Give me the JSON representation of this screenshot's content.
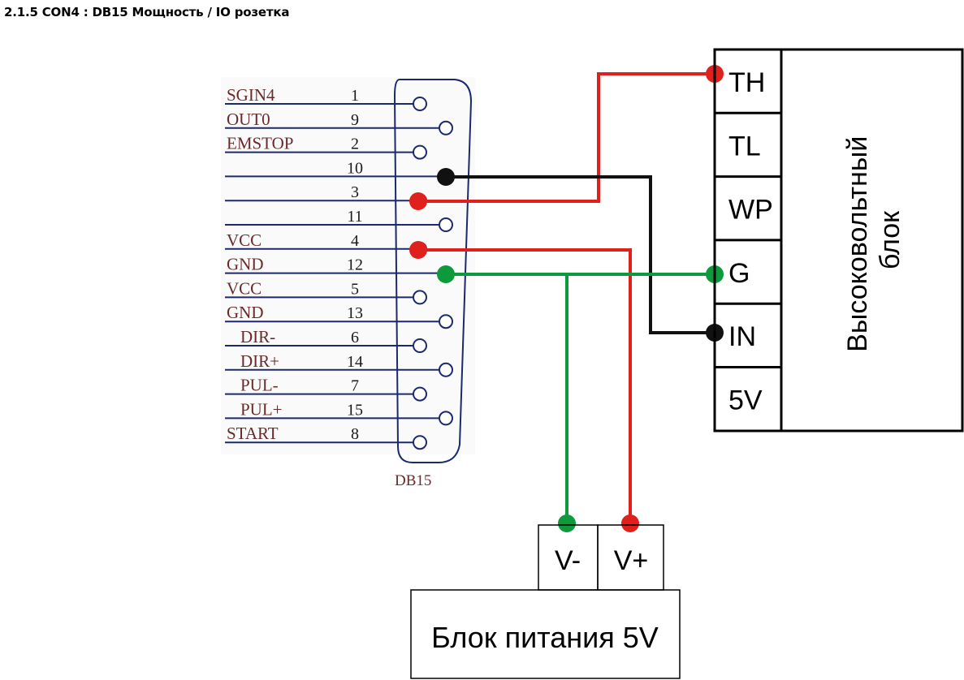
{
  "title": "2.1.5 CON4 : DB15 Мощность / IO розетка",
  "connector": {
    "name": "DB15",
    "rows": [
      {
        "label": "SGIN4",
        "pin": "1"
      },
      {
        "label": "OUT0",
        "pin": "9"
      },
      {
        "label": "EMSTOP",
        "pin": "2"
      },
      {
        "label": "",
        "pin": "10"
      },
      {
        "label": "",
        "pin": "3"
      },
      {
        "label": "",
        "pin": "11"
      },
      {
        "label": "VCC",
        "pin": "4"
      },
      {
        "label": "GND",
        "pin": "12"
      },
      {
        "label": "VCC",
        "pin": "5"
      },
      {
        "label": "GND",
        "pin": "13"
      },
      {
        "label": "DIR-",
        "pin": "6"
      },
      {
        "label": "DIR+",
        "pin": "14"
      },
      {
        "label": "PUL-",
        "pin": "7"
      },
      {
        "label": "PUL+",
        "pin": "15"
      },
      {
        "label": "START",
        "pin": "8"
      }
    ]
  },
  "hv_block": {
    "name": "Высоковольтный\nблок",
    "name_line1": "Высоковольтный",
    "name_line2": "блок",
    "terminals": [
      "TH",
      "TL",
      "WP",
      "G",
      "IN",
      "5V"
    ]
  },
  "psu": {
    "name": "Блок питания 5V",
    "terminals": [
      "V-",
      "V+"
    ]
  },
  "colors": {
    "red": "#e0201c",
    "green": "#0c9a3c",
    "black": "#111111",
    "label": "#6b2a2a",
    "line": "#1a2a6c"
  }
}
